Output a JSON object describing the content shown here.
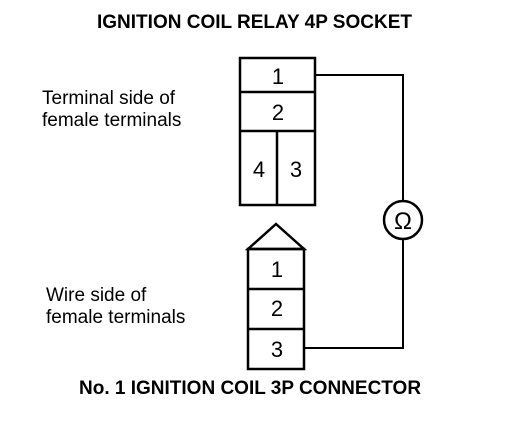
{
  "relay_socket": {
    "title": "IGNITION COIL RELAY 4P SOCKET",
    "caption_line1": "Terminal side of",
    "caption_line2": "female terminals",
    "terminals": [
      "1",
      "2",
      "4",
      "3"
    ]
  },
  "connector": {
    "title": "No. 1 IGNITION COIL 3P CONNECTOR",
    "caption_line1": "Wire side of",
    "caption_line2": "female terminals",
    "terminals": [
      "1",
      "2",
      "3"
    ]
  },
  "meter": {
    "symbol": "Ω",
    "icon": "ohmmeter-icon"
  }
}
